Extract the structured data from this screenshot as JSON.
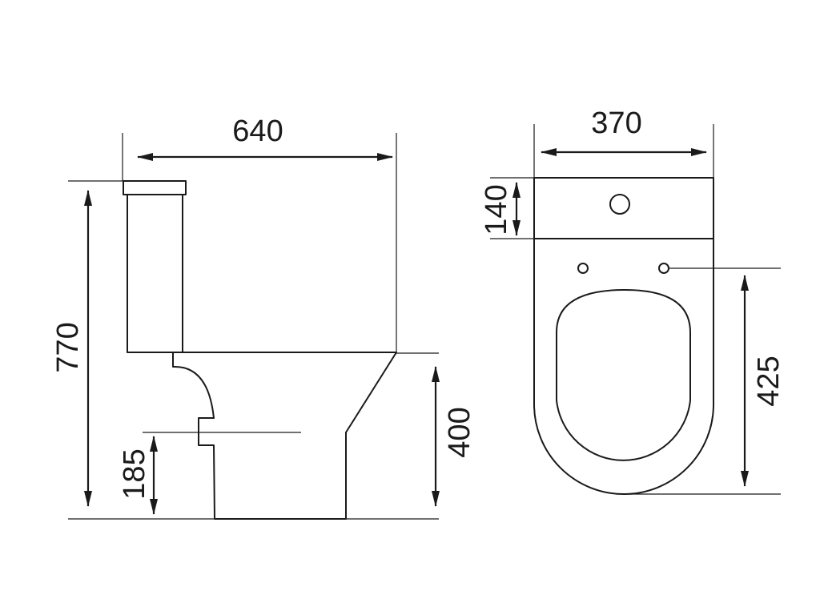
{
  "side_view": {
    "width_label": "640",
    "height_label": "770",
    "outlet_height_label": "185",
    "seat_height_label": "400"
  },
  "top_view": {
    "width_label": "370",
    "tank_depth_label": "140",
    "fixing_to_front_label": "425"
  }
}
